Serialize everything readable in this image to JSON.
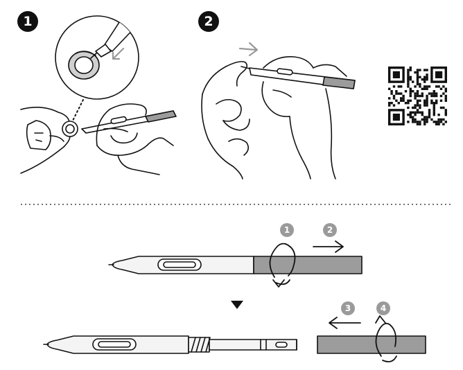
{
  "steps_top": [
    "1",
    "2"
  ],
  "steps_bottom": [
    "1",
    "2",
    "3",
    "4"
  ],
  "colors": {
    "ink": "#111111",
    "pen_body": "#f4f4f4",
    "pen_end": "#9c9c9c",
    "step_gray": "#9a9a9a",
    "dots": "#444444"
  },
  "icons": {
    "qr": "qr-code-icon",
    "arrow_down": "down-triangle-icon",
    "rotate": "rotate-arrow-icon",
    "push": "right-arrow-icon",
    "pull": "left-arrow-icon"
  }
}
